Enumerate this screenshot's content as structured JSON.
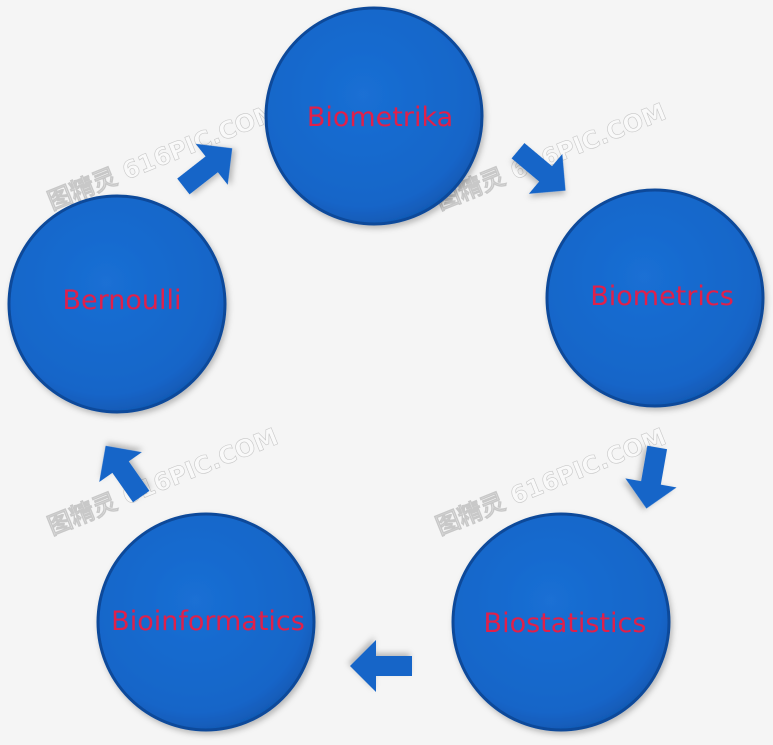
{
  "diagram": {
    "nodes": [
      {
        "label": "Biometrika"
      },
      {
        "label": "Biometrics"
      },
      {
        "label": "Biostatistics"
      },
      {
        "label": "Bioinformatics"
      },
      {
        "label": "Bernoulli"
      }
    ],
    "edges": [
      {
        "from": "Biometrika",
        "to": "Biometrics"
      },
      {
        "from": "Biometrics",
        "to": "Biostatistics"
      },
      {
        "from": "Biostatistics",
        "to": "Bioinformatics"
      },
      {
        "from": "Bioinformatics",
        "to": "Bernoulli"
      },
      {
        "from": "Bernoulli",
        "to": "Biometrika"
      }
    ]
  },
  "watermark": {
    "text": "图精灵 616PIC.COM"
  },
  "colors": {
    "background": "#f5f5f5",
    "circle_fill": "#1565c8",
    "circle_edge": "#0d4a9a",
    "arrow_fill": "#1565c8",
    "label_text": "#e0204a"
  }
}
